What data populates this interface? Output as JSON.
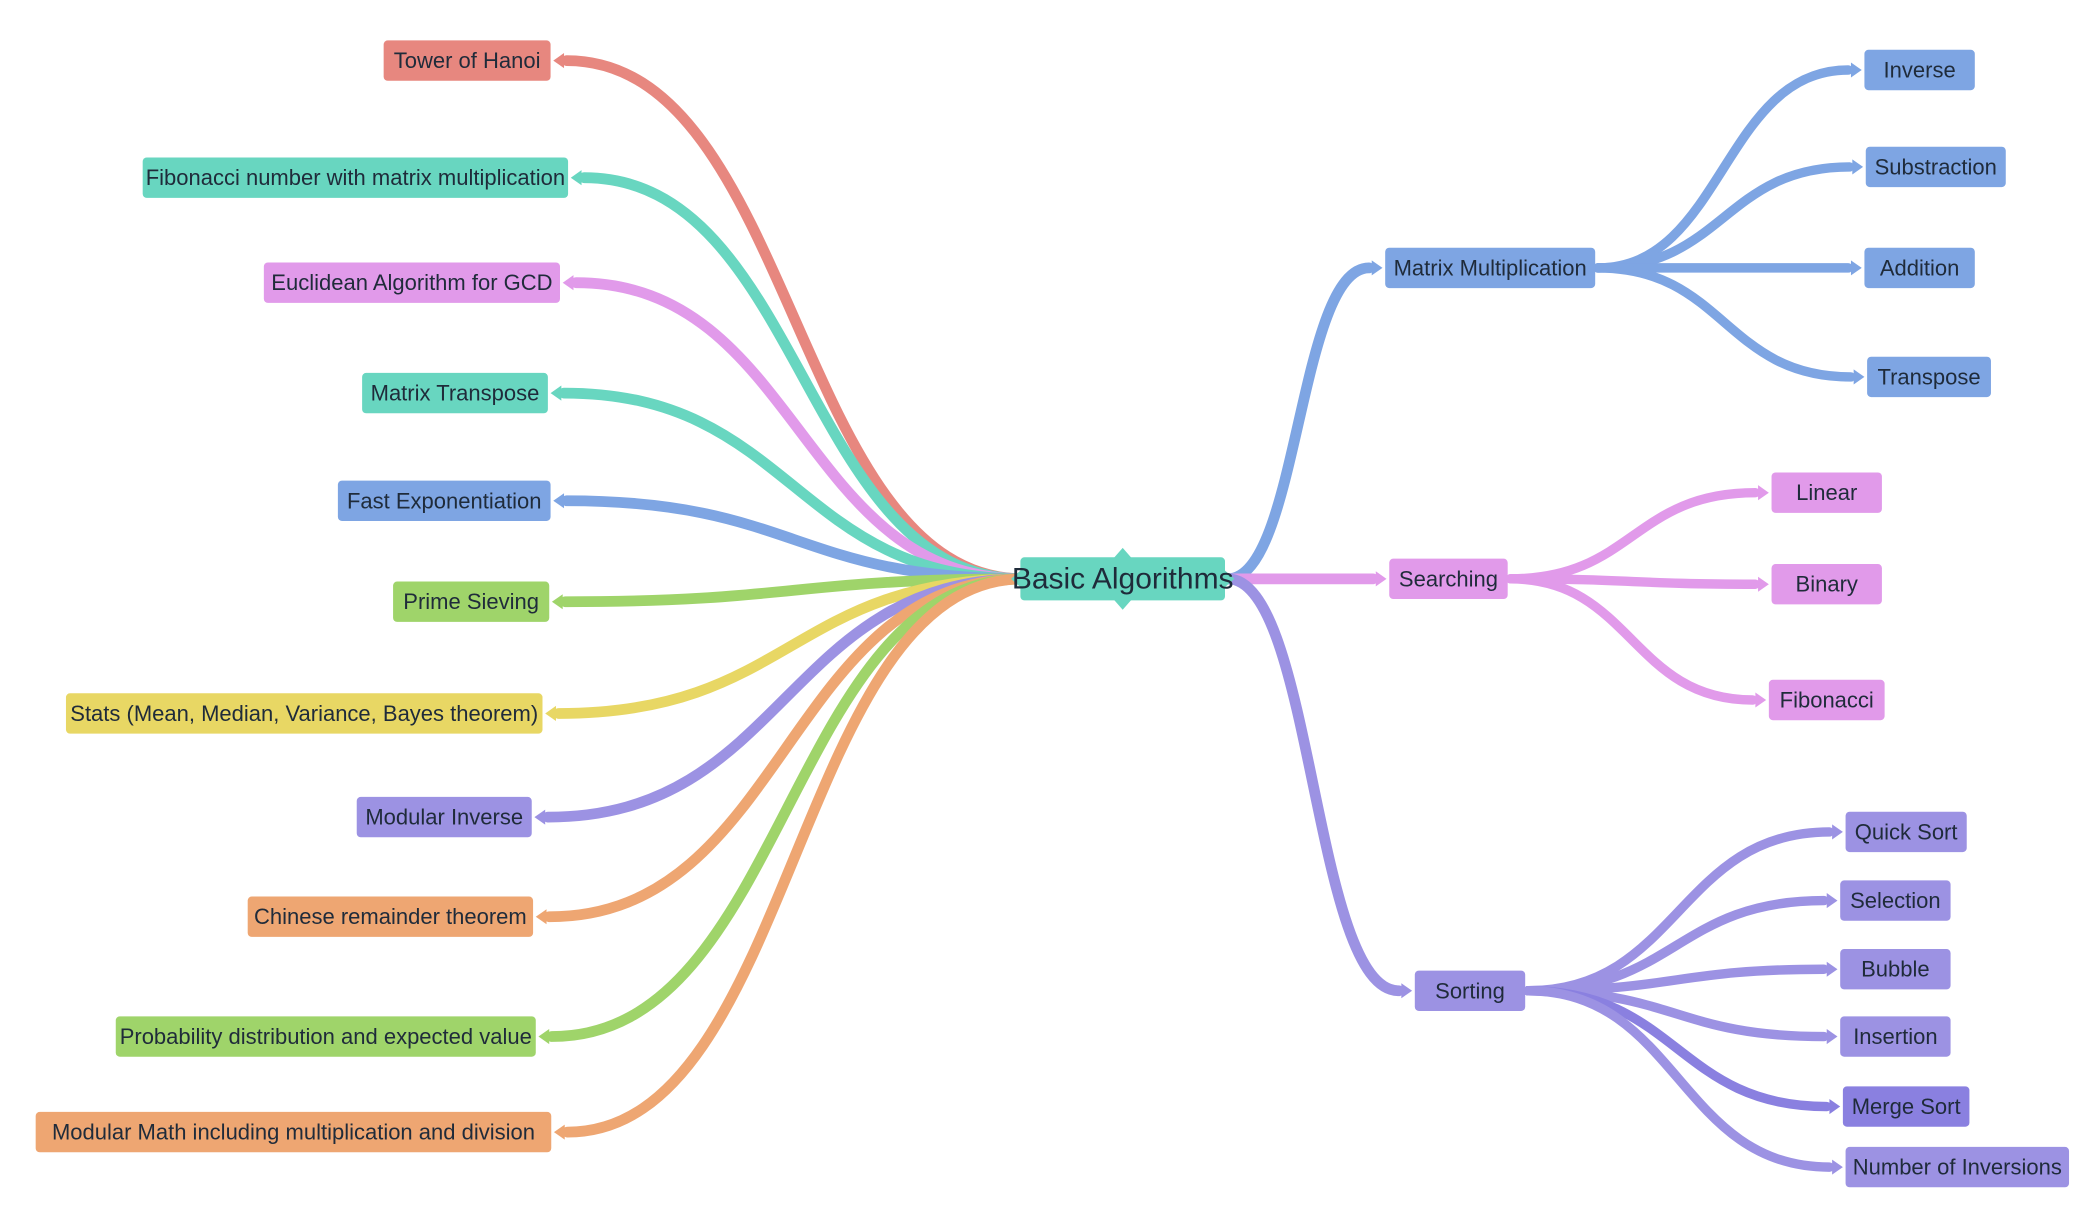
{
  "colors": {
    "red": "#e7877f",
    "teal": "#68d6c0",
    "pink": "#e19aea",
    "blue": "#7ea5e3",
    "green": "#9fd46a",
    "yellow": "#e8d764",
    "purple": "#9c92e3",
    "orange": "#eea672",
    "merge": "#8a80e0"
  },
  "root": {
    "label": "Basic Algorithms",
    "color": "teal"
  },
  "left_topics": [
    {
      "label": "Tower of Hanoi",
      "color": "red"
    },
    {
      "label": "Fibonacci number with matrix multiplication",
      "color": "teal"
    },
    {
      "label": "Euclidean Algorithm for GCD",
      "color": "pink"
    },
    {
      "label": "Matrix Transpose",
      "color": "teal"
    },
    {
      "label": "Fast Exponentiation",
      "color": "blue"
    },
    {
      "label": "Prime Sieving",
      "color": "green"
    },
    {
      "label": "Stats (Mean, Median, Variance, Bayes theorem)",
      "color": "yellow"
    },
    {
      "label": "Modular Inverse",
      "color": "purple"
    },
    {
      "label": "Chinese remainder theorem",
      "color": "orange"
    },
    {
      "label": "Probability distribution and expected value",
      "color": "green"
    },
    {
      "label": "Modular Math including multiplication and division",
      "color": "orange"
    }
  ],
  "right_topics": [
    {
      "label": "Matrix Multiplication",
      "color": "blue",
      "children": [
        {
          "label": "Inverse"
        },
        {
          "label": "Substraction"
        },
        {
          "label": "Addition"
        },
        {
          "label": "Transpose"
        }
      ]
    },
    {
      "label": "Searching",
      "color": "pink",
      "children": [
        {
          "label": "Linear"
        },
        {
          "label": "Binary"
        },
        {
          "label": "Fibonacci"
        }
      ]
    },
    {
      "label": "Sorting",
      "color": "purple",
      "children": [
        {
          "label": "Quick Sort"
        },
        {
          "label": "Selection"
        },
        {
          "label": "Bubble"
        },
        {
          "label": "Insertion"
        },
        {
          "label": "Merge Sort",
          "color": "merge"
        },
        {
          "label": "Number of Inversions"
        }
      ]
    }
  ]
}
